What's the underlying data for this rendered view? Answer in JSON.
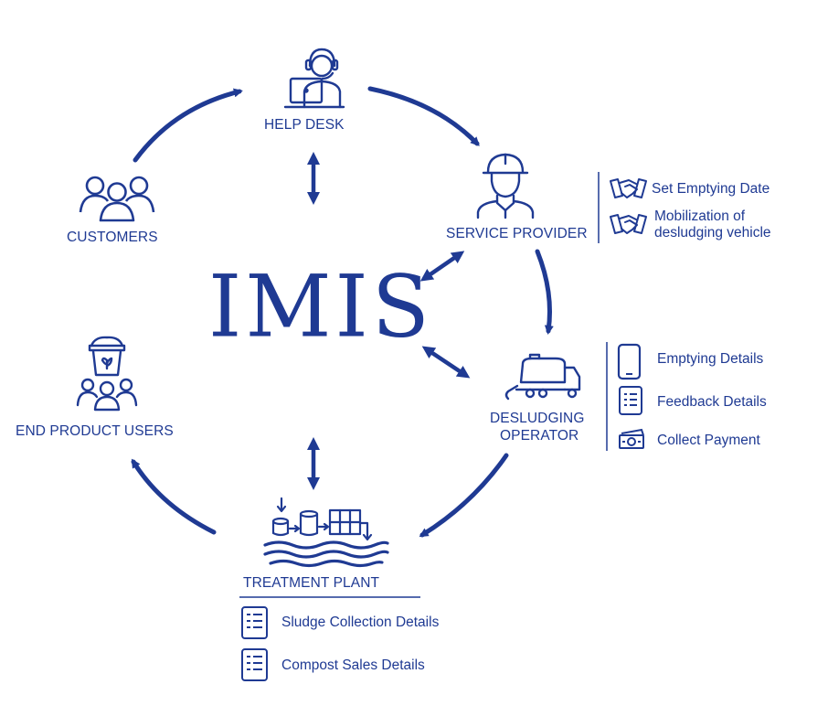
{
  "accent_color": "#1f3a93",
  "center_title": "IMIS",
  "nodes": {
    "help_desk": "HELP DESK",
    "customers": "CUSTOMERS",
    "service_provider": "SERVICE PROVIDER",
    "desludging_operator_line1": "DESLUDGING",
    "desludging_operator_line2": "OPERATOR",
    "end_product_users": "END PRODUCT USERS",
    "treatment_plant": "TREATMENT PLANT"
  },
  "service_provider_details": [
    {
      "icon": "handshake-icon",
      "line1": "Set Emptying Date",
      "line2": ""
    },
    {
      "icon": "handshake-icon",
      "line1": "Mobilization of",
      "line2": "desludging vehicle"
    }
  ],
  "desludging_operator_details": [
    {
      "icon": "phone-icon",
      "label": "Emptying Details"
    },
    {
      "icon": "list-doc-icon",
      "label": "Feedback Details"
    },
    {
      "icon": "cash-icon",
      "label": "Collect Payment"
    }
  ],
  "treatment_plant_details": [
    {
      "icon": "list-doc-icon",
      "label": "Sludge Collection Details"
    },
    {
      "icon": "list-doc-icon",
      "label": "Compost Sales Details"
    }
  ]
}
